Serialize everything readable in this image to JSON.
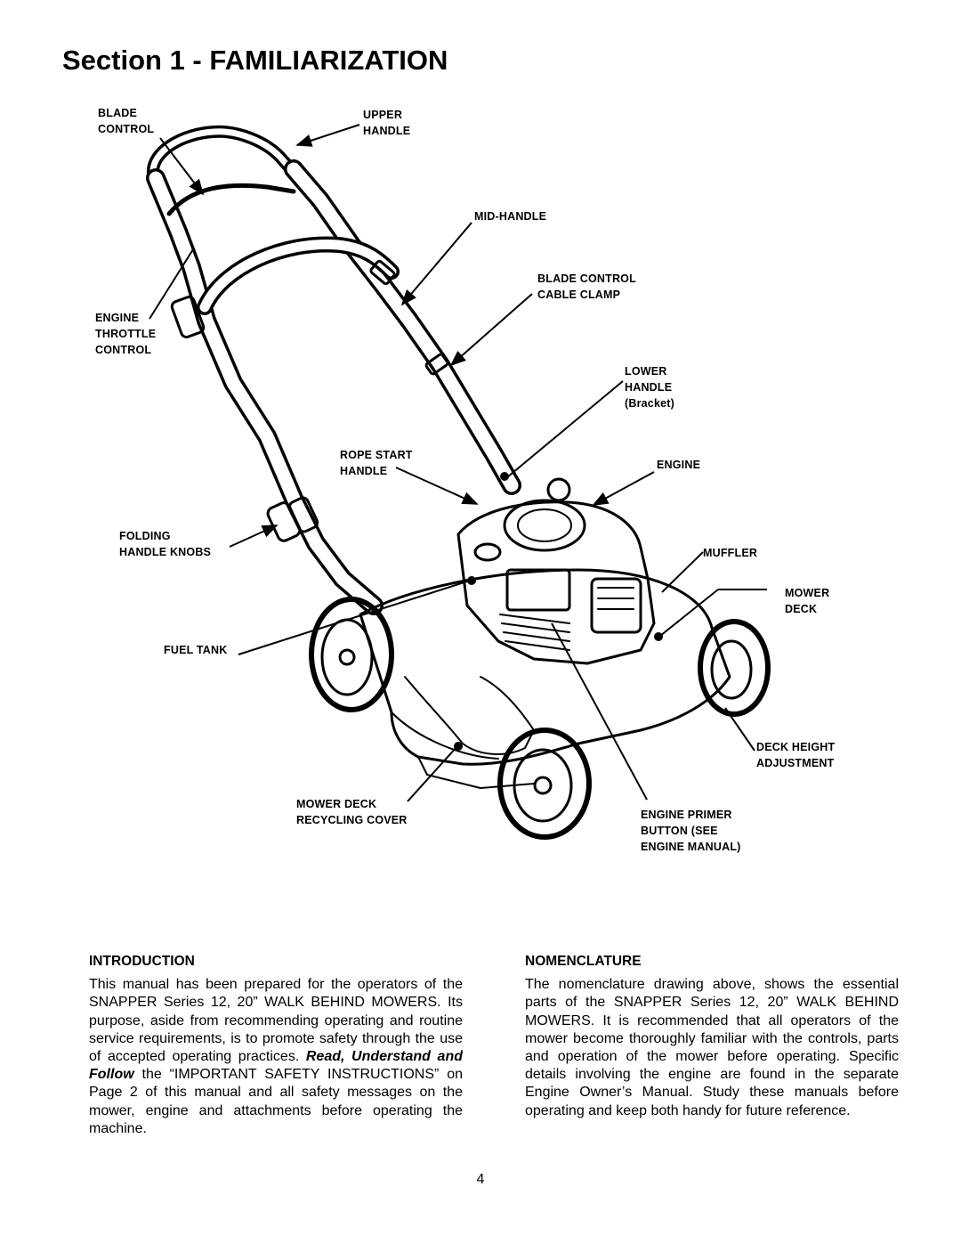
{
  "page": {
    "title": "Section 1 - FAMILIARIZATION",
    "page_number": "4"
  },
  "diagram": {
    "labels": {
      "blade_control": "BLADE\nCONTROL",
      "upper_handle": "UPPER\nHANDLE",
      "mid_handle": "MID-HANDLE",
      "blade_control_cable_clamp": "BLADE CONTROL\nCABLE CLAMP",
      "engine_throttle_control": "ENGINE\nTHROTTLE\nCONTROL",
      "lower_handle": "LOWER\nHANDLE\n(Bracket)",
      "rope_start_handle": "ROPE START\nHANDLE",
      "engine": "ENGINE",
      "folding_handle_knobs": "FOLDING\nHANDLE KNOBS",
      "muffler": "MUFFLER",
      "mower_deck": "MOWER\nDECK",
      "fuel_tank": "FUEL TANK",
      "deck_height_adjustment": "DECK HEIGHT\nADJUSTMENT",
      "mower_deck_recycling_cover": "MOWER DECK\nRECYCLING COVER",
      "engine_primer_button": "ENGINE PRIMER\nBUTTON (SEE\nENGINE MANUAL)"
    }
  },
  "introduction": {
    "heading": "INTRODUCTION",
    "text_before": "This manual has been prepared for the operators of the SNAPPER Series 12, 20” WALK BEHIND MOWERS. Its purpose, aside from recommending operating and routine service requirements, is to promote safety through the use of accepted operating practices. ",
    "emphasis": "Read, Understand and Follow",
    "text_after": " the “IMPORTANT SAFETY INSTRUCTIONS” on Page 2 of this manual and all safety messages on the mower, engine and attachments before operating the machine."
  },
  "nomenclature": {
    "heading": "NOMENCLATURE",
    "text": "The nomenclature drawing above, shows the essential parts of the SNAPPER Series 12, 20” WALK BEHIND MOWERS. It is recommended that all operators of the mower become thoroughly familiar with the controls, parts and operation of the mower before operating. Specific details involving the engine are found in the separate Engine Owner’s Manual. Study these manuals before operating and keep both handy for future reference."
  }
}
